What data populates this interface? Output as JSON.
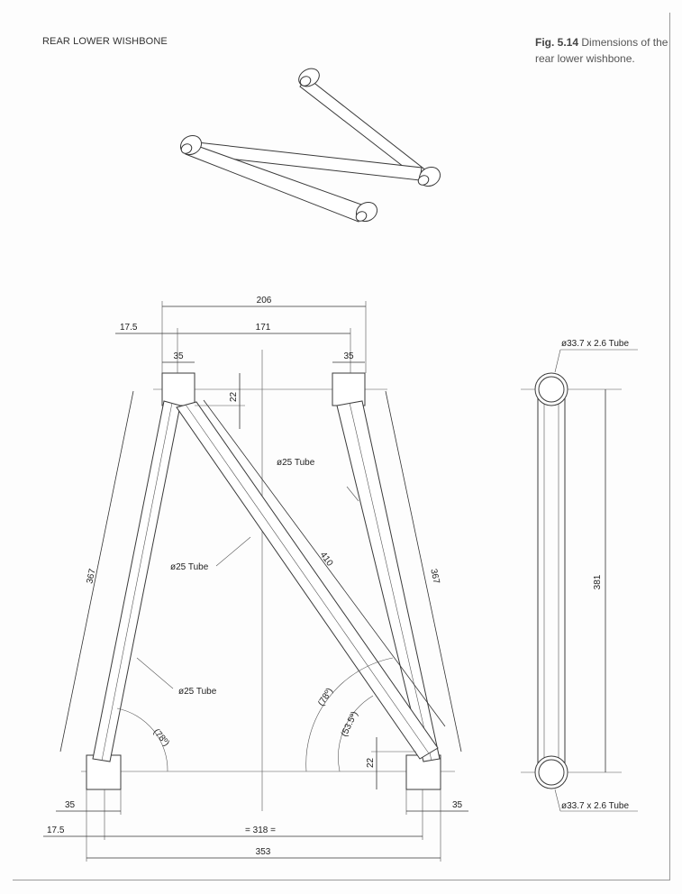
{
  "header": {
    "section_title": "REAR LOWER WISHBONE",
    "figure_label": "Fig. 5.14",
    "figure_caption": "Dimensions of the rear lower wishbone."
  },
  "dimensions": {
    "top_overall": "206",
    "top_inner": "171",
    "top_offset": "17.5",
    "top_left_width": "35",
    "top_right_width": "35",
    "top_height": "22",
    "tube_label_1": "ø25 Tube",
    "tube_label_2": "ø25 Tube",
    "tube_label_3": "ø25 Tube",
    "left_arm_length": "367",
    "right_arm_length": "367",
    "diagonal_length": "410",
    "angle_left": "(78º)",
    "angle_right_outer": "(78º)",
    "angle_right_inner": "(53.5º)",
    "bottom_height": "22",
    "bottom_left_width": "35",
    "bottom_right_width": "35",
    "bottom_offset": "17.5",
    "bottom_inner": "= 318 =",
    "bottom_overall": "353",
    "side_tube_top": "ø33.7 x 2.6 Tube",
    "side_tube_bottom": "ø33.7 x 2.6 Tube",
    "side_length": "381"
  }
}
